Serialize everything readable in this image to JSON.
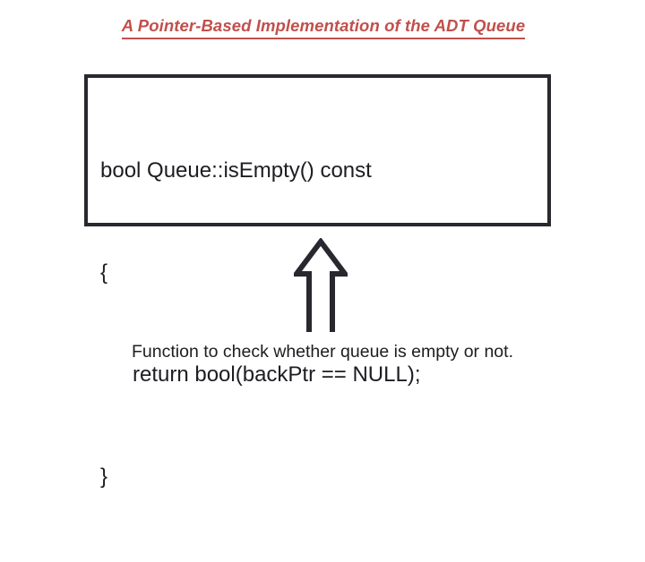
{
  "slide": {
    "title": "A Pointer-Based Implementation of the ADT Queue",
    "title_color": "#C0504D",
    "background_color": "#ffffff"
  },
  "code_block": {
    "border_color": "#28282e",
    "text_color": "#1d1d22",
    "lines": [
      {
        "text": "bool Queue::isEmpty() const",
        "indented": false
      },
      {
        "text": "{",
        "indented": false
      },
      {
        "text": "return bool(backPtr == NULL);",
        "indented": true
      },
      {
        "text": "}",
        "indented": false
      }
    ]
  },
  "arrow": {
    "icon": "arrow-up-outline-icon",
    "direction": "up",
    "stroke_color": "#28282e",
    "fill_color": "#ffffff"
  },
  "caption": {
    "text": "Function to check whether queue is empty or not."
  }
}
